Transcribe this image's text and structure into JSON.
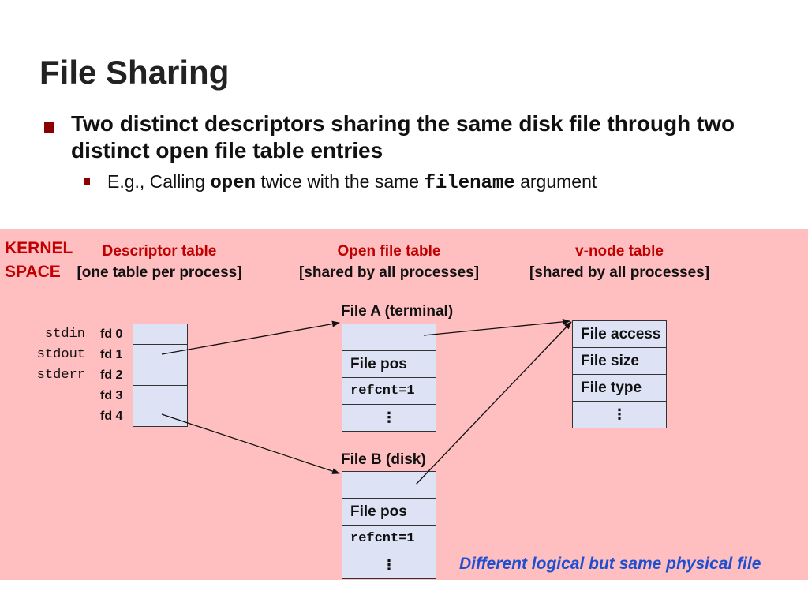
{
  "title": "File Sharing",
  "bullet": "Two distinct descriptors sharing the same disk file through two distinct open file table entries",
  "sub_bullet": {
    "prefix": "E.g., Calling",
    "code1": "open",
    "middle": "twice with the same",
    "code2": "filename",
    "suffix": "argument"
  },
  "kernel": {
    "line1": "KERNEL",
    "line2": "SPACE"
  },
  "headers": {
    "descriptor": {
      "title": "Descriptor table",
      "subtitle": "[one table per process]"
    },
    "open_file": {
      "title": "Open file table",
      "subtitle": "[shared by all processes]"
    },
    "vnode": {
      "title": "v-node table",
      "subtitle": "[shared by all processes]"
    }
  },
  "std_streams": [
    "stdin",
    "stdout",
    "stderr"
  ],
  "fds": [
    "fd 0",
    "fd 1",
    "fd 2",
    "fd 3",
    "fd 4"
  ],
  "file_a": {
    "label": "File A (terminal)",
    "pos": "File pos",
    "refcnt": "refcnt=1",
    "dots": "⋮"
  },
  "file_b": {
    "label": "File B (disk)",
    "pos": "File pos",
    "refcnt": "refcnt=1",
    "dots": "⋮"
  },
  "vnode_rows": [
    "File access",
    "File size",
    "File type",
    "⋮"
  ],
  "note": "Different logical but same physical file",
  "colors": {
    "accent_red": "#c00000",
    "panel": "#ffbfc1",
    "cell": "#dde2f4",
    "note_blue": "#1f4fd0"
  }
}
